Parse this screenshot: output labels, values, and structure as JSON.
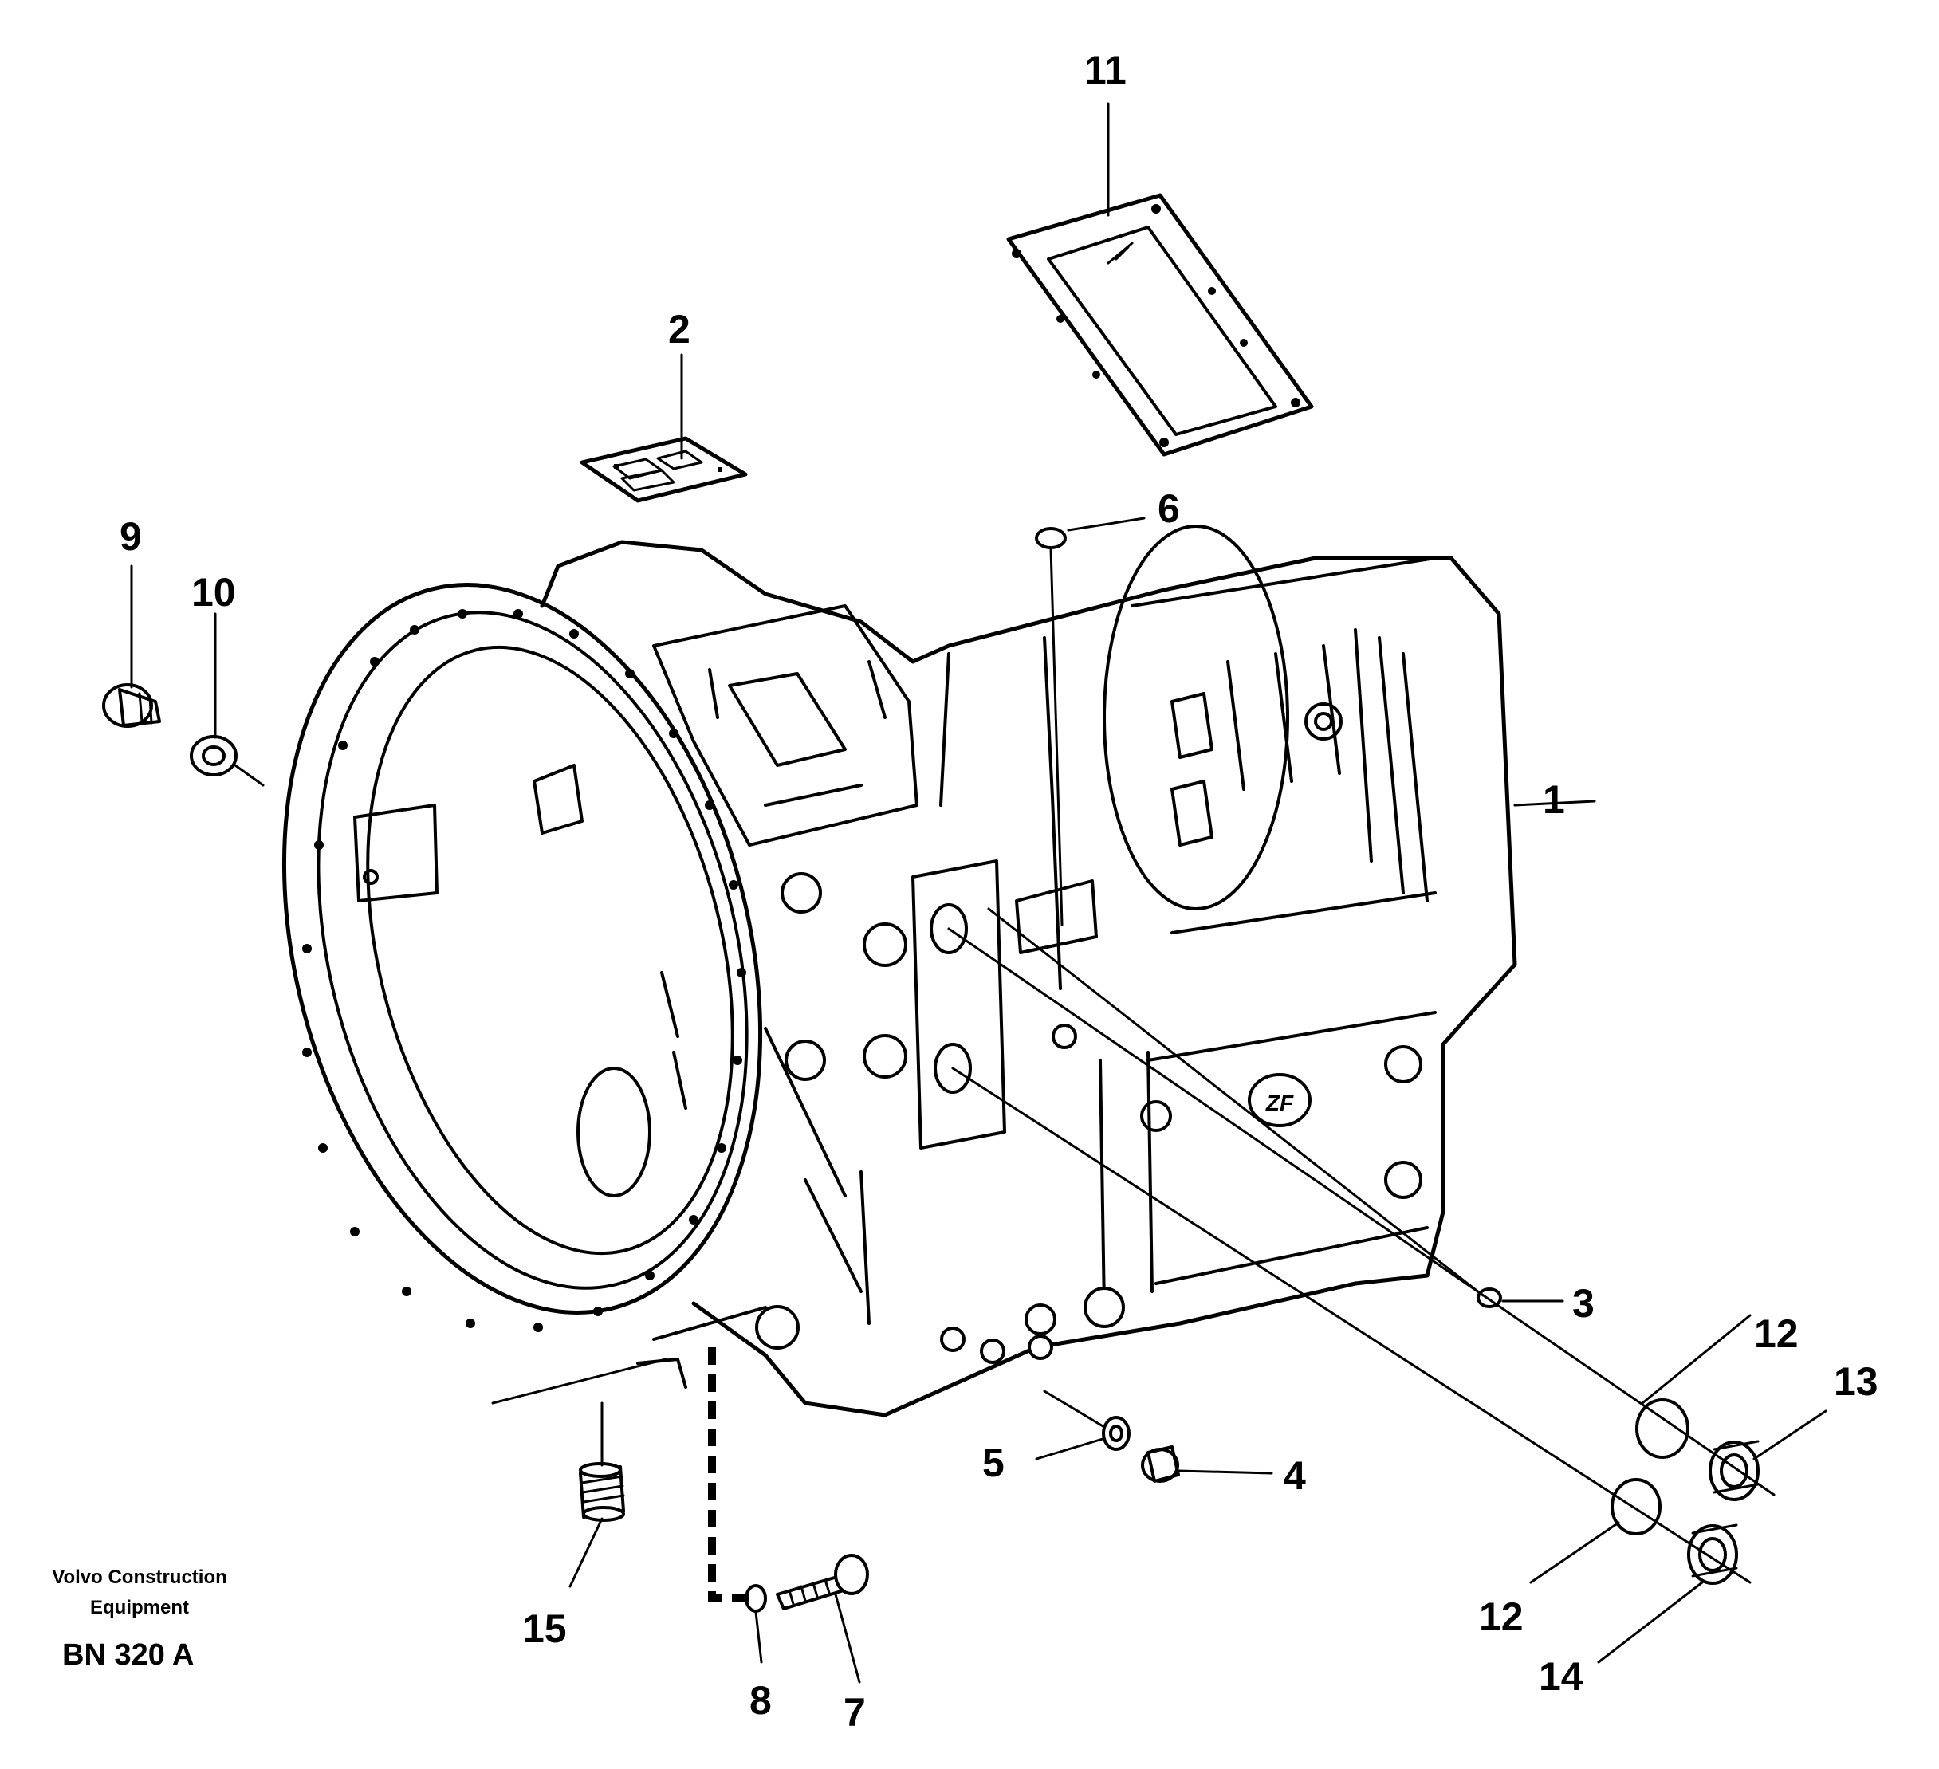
{
  "callouts": {
    "c1": "1",
    "c2": "2",
    "c3": "3",
    "c4": "4",
    "c5": "5",
    "c6": "6",
    "c7": "7",
    "c8": "8",
    "c9": "9",
    "c10": "10",
    "c11": "11",
    "c12a": "12",
    "c12b": "12",
    "c13": "13",
    "c14": "14",
    "c15": "15"
  },
  "footer": {
    "maker_line1": "Volvo Construction",
    "maker_line2": "Equipment",
    "ref_code": "BN 320 A"
  }
}
